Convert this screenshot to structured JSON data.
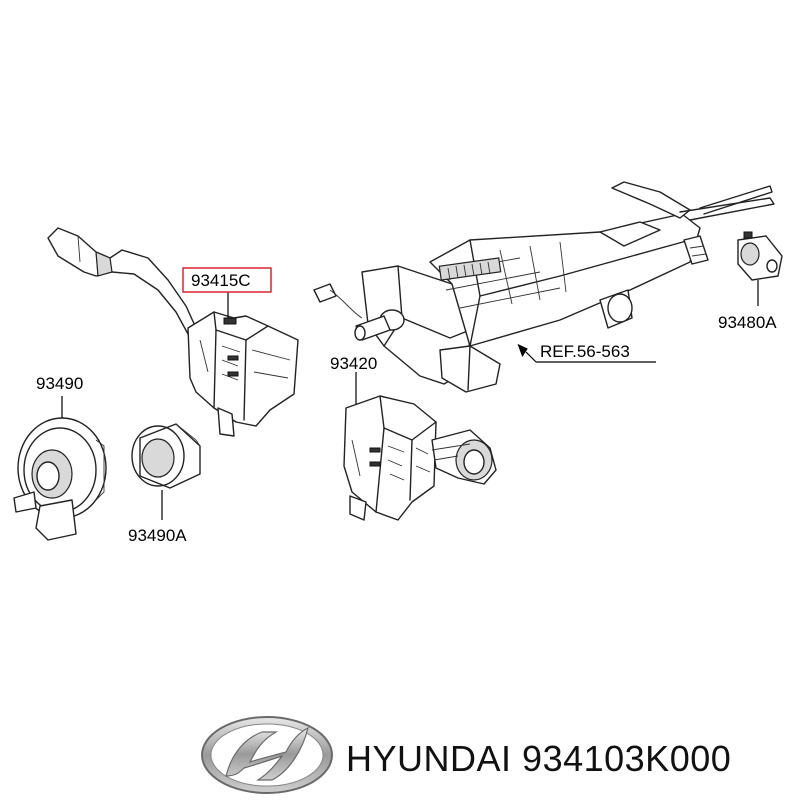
{
  "labels": {
    "p93415C": "93415C",
    "p93490": "93490",
    "p93490A": "93490A",
    "p93420": "93420",
    "p93480A": "93480A",
    "ref": "REF.56-563"
  },
  "highlight_color": "#d9262e",
  "footer": {
    "brand": "HYUNDAI",
    "part_number": "934103K000"
  },
  "logo": "hyundai-logo"
}
